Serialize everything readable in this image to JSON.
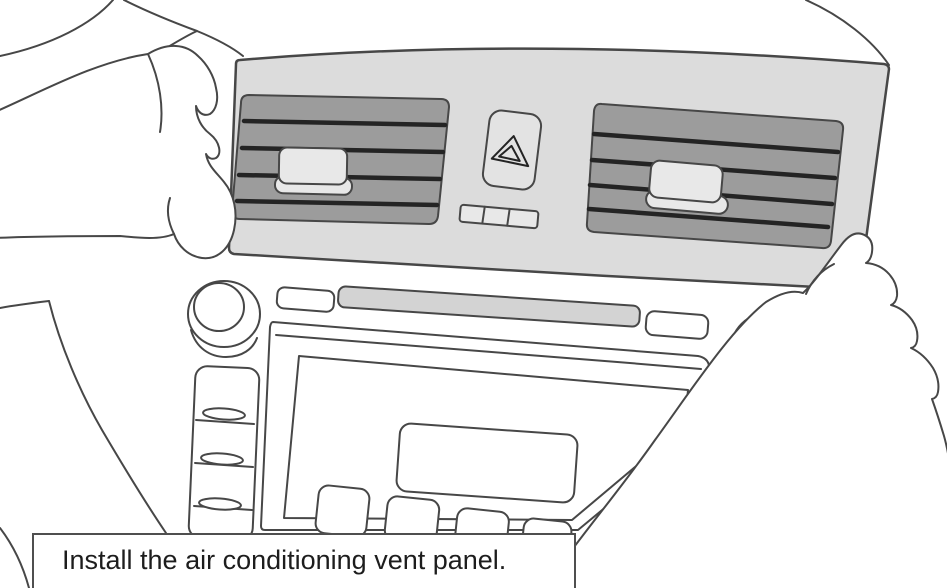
{
  "caption": {
    "text": "Install the air conditioning vent panel."
  },
  "colors": {
    "background": "#ffffff",
    "outline": "#474747",
    "panel_fill": "#dcdcdc",
    "vent_fill": "#9c9c9c",
    "slat_line": "#242424",
    "tab_fill": "#e8e8e8",
    "slot_fill": "#d3d3d3",
    "hazard_face": "#e3e3e3",
    "caption_bg": "#ffffff",
    "caption_border": "#4f4f4f",
    "caption_text": "#1d1d1d"
  },
  "scene": {
    "type": "instructional-line-illustration",
    "objects": [
      "car-dashboard-outline",
      "left-hand-holding-panel",
      "right-hand-holding-panel",
      "air-conditioning-vent-panel",
      "left-air-vent-with-slats-and-tab",
      "right-air-vent-with-slats-and-tab",
      "hazard-light-button-with-warning-triangle",
      "small-center-vent-strip",
      "volume-knob",
      "cd-slot",
      "head-unit-display-bezel",
      "display-window",
      "side-button-strip-with-oval-buttons",
      "bottom-button-row",
      "instruction-caption-box"
    ]
  }
}
